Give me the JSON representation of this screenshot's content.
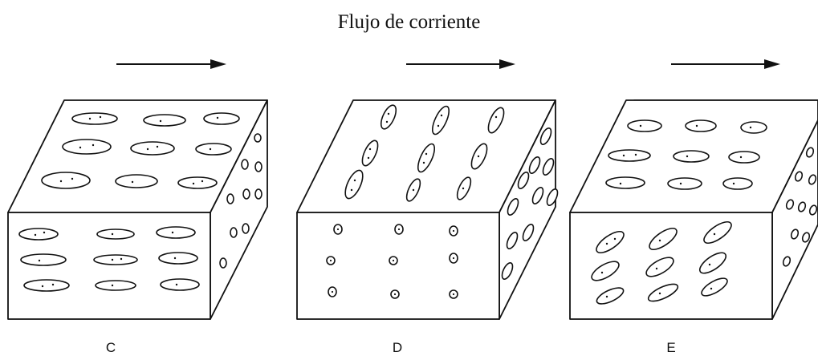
{
  "title": "Flujo de corriente",
  "blocks": [
    {
      "label": "C",
      "fabric": "flow-parallel elongation"
    },
    {
      "label": "D",
      "fabric": "flow-transverse elongation"
    },
    {
      "label": "E",
      "fabric": "imbricated flow-parallel elongation"
    }
  ]
}
